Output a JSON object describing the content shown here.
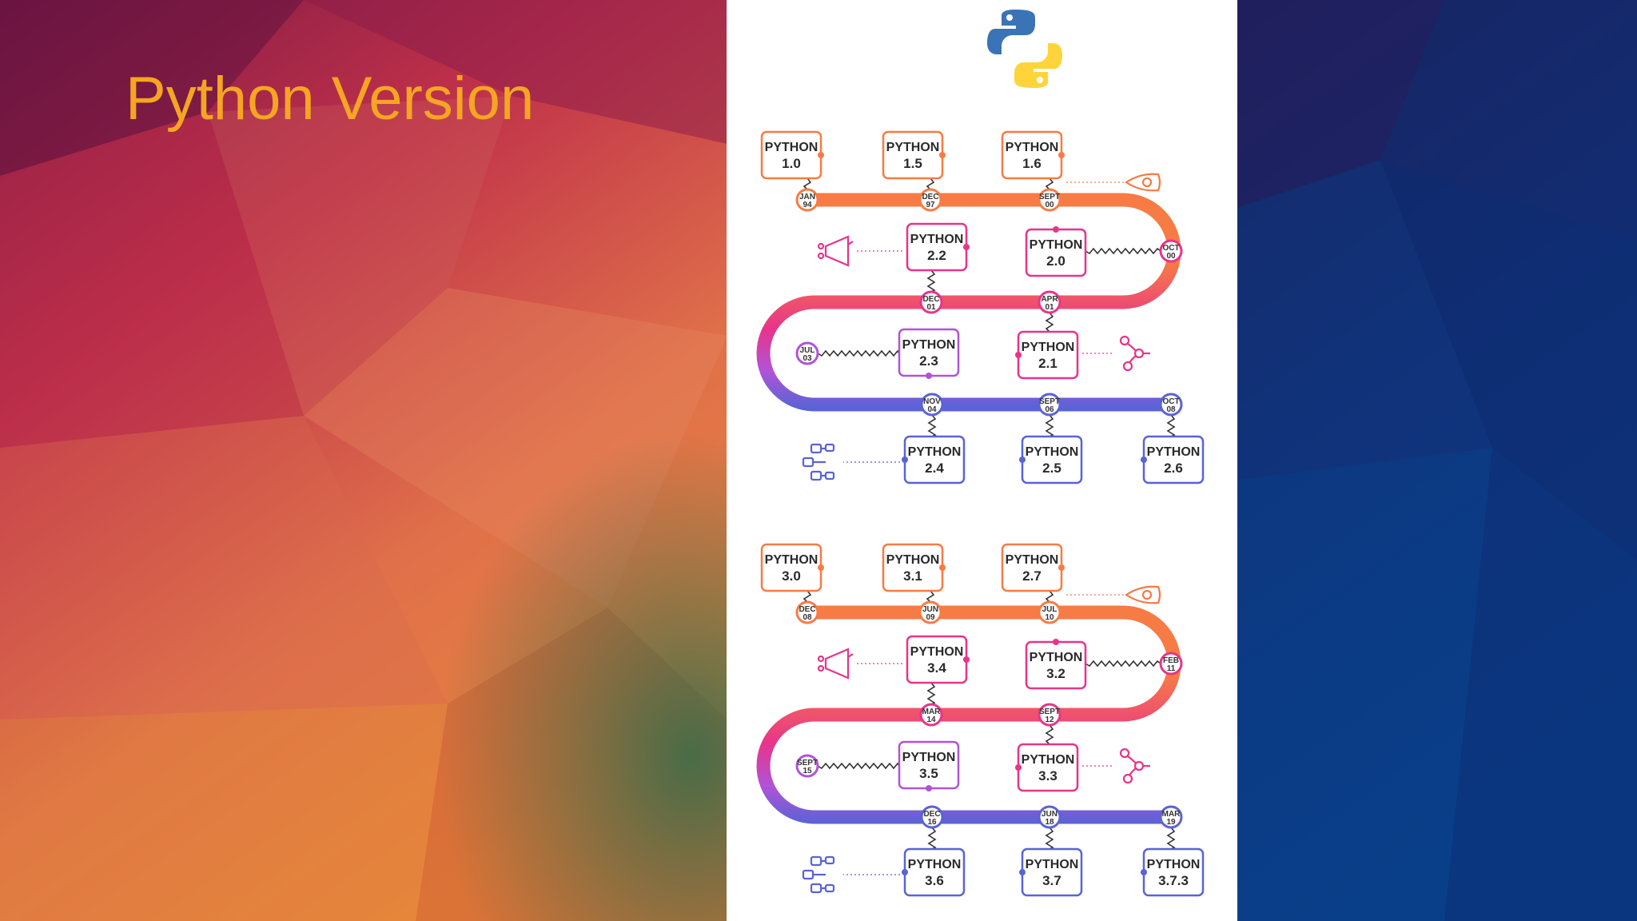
{
  "title": "Python Version",
  "colors": {
    "title": "#f5a523",
    "orange": "#f77b45",
    "pink": "#e8348a",
    "purple": "#b153d6",
    "blue": "#5a63d6",
    "python_blue": "#3a74b6",
    "python_yellow": "#ffd43b"
  },
  "logo": {
    "icon": "python-logo-icon"
  },
  "versions": [
    {
      "label": "PYTHON",
      "version": "1.0",
      "date": [
        "JAN",
        "94"
      ]
    },
    {
      "label": "PYTHON",
      "version": "1.5",
      "date": [
        "DEC",
        "97"
      ]
    },
    {
      "label": "PYTHON",
      "version": "1.6",
      "date": [
        "SEPT",
        "00"
      ]
    },
    {
      "label": "PYTHON",
      "version": "2.0",
      "date": [
        "OCT",
        "00"
      ]
    },
    {
      "label": "PYTHON",
      "version": "2.1",
      "date": [
        "APR",
        "01"
      ]
    },
    {
      "label": "PYTHON",
      "version": "2.2",
      "date": [
        "DEC",
        "01"
      ]
    },
    {
      "label": "PYTHON",
      "version": "2.3",
      "date": [
        "JUL",
        "03"
      ]
    },
    {
      "label": "PYTHON",
      "version": "2.4",
      "date": [
        "NOV",
        "04"
      ]
    },
    {
      "label": "PYTHON",
      "version": "2.5",
      "date": [
        "SEPT",
        "06"
      ]
    },
    {
      "label": "PYTHON",
      "version": "2.6",
      "date": [
        "OCT",
        "08"
      ]
    },
    {
      "label": "PYTHON",
      "version": "3.0",
      "date": [
        "DEC",
        "08"
      ]
    },
    {
      "label": "PYTHON",
      "version": "3.1",
      "date": [
        "JUN",
        "09"
      ]
    },
    {
      "label": "PYTHON",
      "version": "2.7",
      "date": [
        "JUL",
        "10"
      ]
    },
    {
      "label": "PYTHON",
      "version": "3.2",
      "date": [
        "FEB",
        "11"
      ]
    },
    {
      "label": "PYTHON",
      "version": "3.3",
      "date": [
        "SEPT",
        "12"
      ]
    },
    {
      "label": "PYTHON",
      "version": "3.4",
      "date": [
        "MAR",
        "14"
      ]
    },
    {
      "label": "PYTHON",
      "version": "3.5",
      "date": [
        "SEPT",
        "15"
      ]
    },
    {
      "label": "PYTHON",
      "version": "3.6",
      "date": [
        "DEC",
        "16"
      ]
    },
    {
      "label": "PYTHON",
      "version": "3.7",
      "date": [
        "JUN",
        "18"
      ]
    },
    {
      "label": "PYTHON",
      "version": "3.7.3",
      "date": [
        "MAR",
        "19"
      ]
    }
  ],
  "icons": [
    "location-pin-icon",
    "megaphone-icon",
    "flowchart-icon",
    "org-chart-icon"
  ]
}
